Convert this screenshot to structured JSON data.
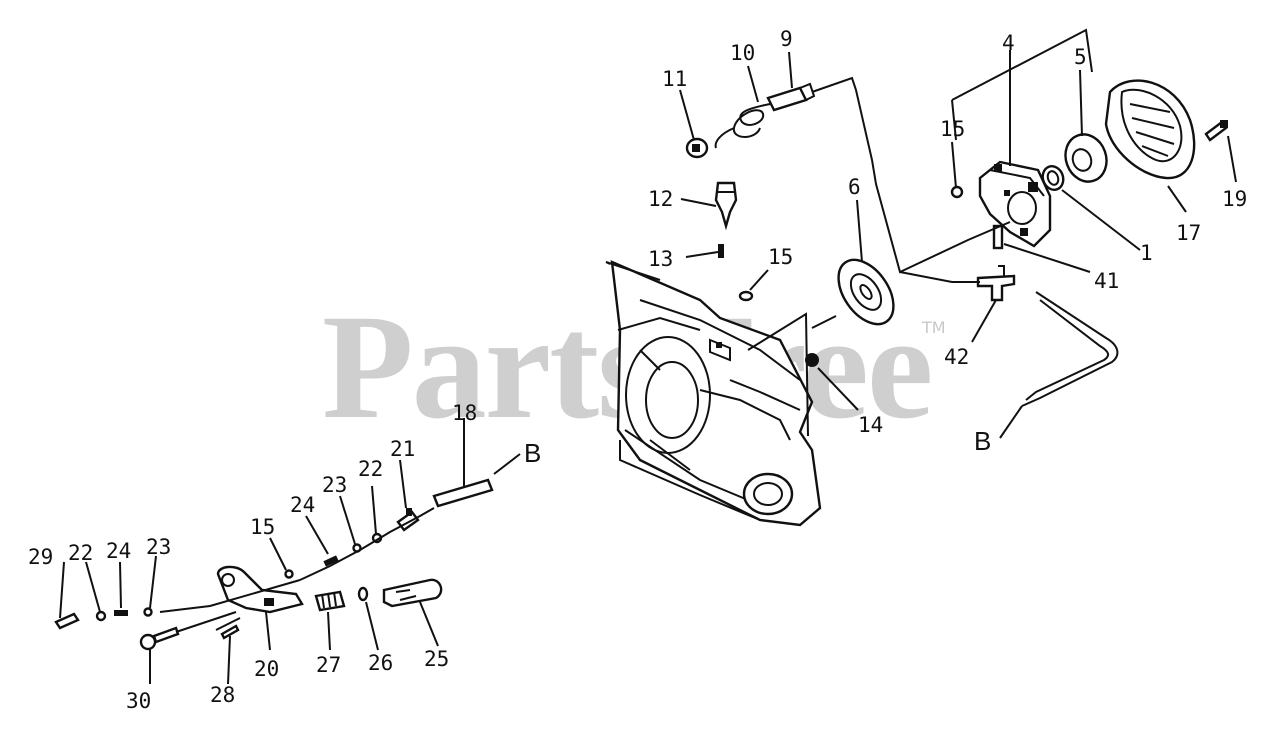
{
  "watermark": {
    "text": "PartsTree",
    "tm": "TM"
  },
  "callouts": [
    {
      "id": "c9",
      "label": "9"
    },
    {
      "id": "c10",
      "label": "10"
    },
    {
      "id": "c11",
      "label": "11"
    },
    {
      "id": "c12",
      "label": "12"
    },
    {
      "id": "c13",
      "label": "13"
    },
    {
      "id": "c15a",
      "label": "15"
    },
    {
      "id": "c6",
      "label": "6"
    },
    {
      "id": "c14",
      "label": "14"
    },
    {
      "id": "c4",
      "label": "4"
    },
    {
      "id": "c5",
      "label": "5"
    },
    {
      "id": "c15b",
      "label": "15"
    },
    {
      "id": "c1",
      "label": "1"
    },
    {
      "id": "c17",
      "label": "17"
    },
    {
      "id": "c19",
      "label": "19"
    },
    {
      "id": "c41",
      "label": "41"
    },
    {
      "id": "c42",
      "label": "42"
    },
    {
      "id": "c18",
      "label": "18"
    },
    {
      "id": "c21",
      "label": "21"
    },
    {
      "id": "c22a",
      "label": "22"
    },
    {
      "id": "c23a",
      "label": "23"
    },
    {
      "id": "c24a",
      "label": "24"
    },
    {
      "id": "c15c",
      "label": "15"
    },
    {
      "id": "c29",
      "label": "29"
    },
    {
      "id": "c22b",
      "label": "22"
    },
    {
      "id": "c24b",
      "label": "24"
    },
    {
      "id": "c23b",
      "label": "23"
    },
    {
      "id": "c30",
      "label": "30"
    },
    {
      "id": "c28",
      "label": "28"
    },
    {
      "id": "c20",
      "label": "20"
    },
    {
      "id": "c27",
      "label": "27"
    },
    {
      "id": "c26",
      "label": "26"
    },
    {
      "id": "c25",
      "label": "25"
    }
  ],
  "refs": {
    "b_left": "B",
    "b_right": "B"
  }
}
